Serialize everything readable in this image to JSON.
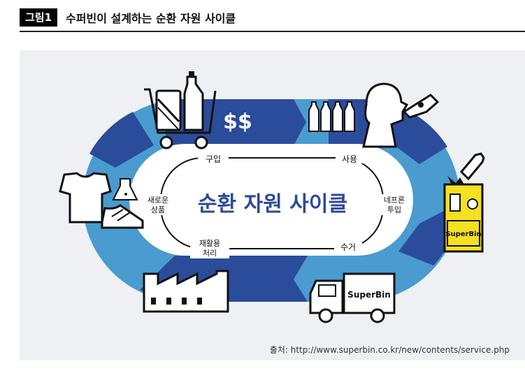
{
  "header": {
    "badge": "그림1",
    "title": "수퍼빈이 설계하는 순환 자원 사이클"
  },
  "diagram": {
    "center_title": "순환 자원 사이클",
    "labels": {
      "buy": "구입",
      "use": "사용",
      "neuron_top": "네프론",
      "neuron_bottom": "투입",
      "collect": "수거",
      "recycle_top": "재활용",
      "recycle_bottom": "처리",
      "new_top": "새로운",
      "new_bottom": "상품"
    },
    "price_text": "$$",
    "brand": "SuperBin",
    "colors": {
      "ring_dark": "#2b4c9b",
      "ring_light": "#4a9bd0",
      "navy": "#1f3a7a",
      "yellow": "#f5e021",
      "title_blue": "#2c4a9a"
    }
  },
  "source": "출처: http://www.superbin.co.kr/new/contents/service.php"
}
